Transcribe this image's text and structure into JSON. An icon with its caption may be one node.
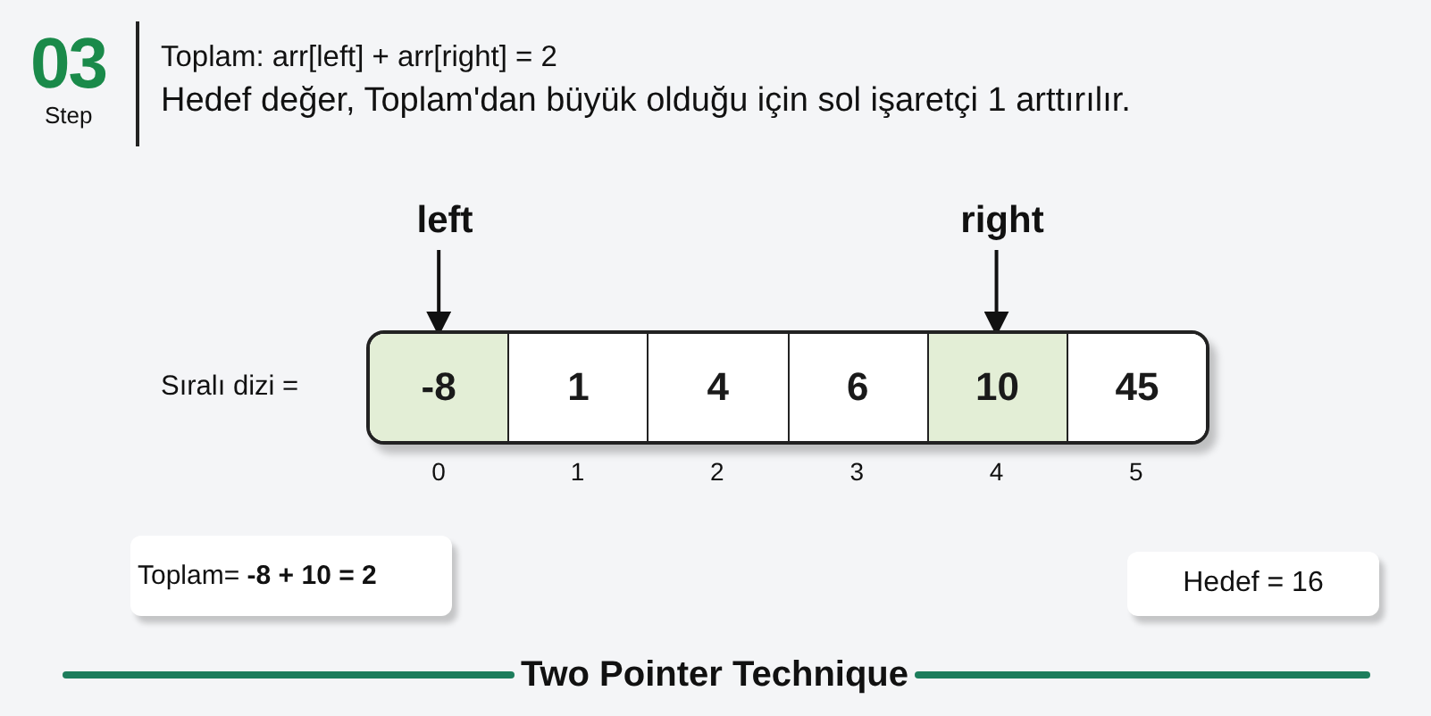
{
  "diagram": {
    "caption": "Two Pointer Technique",
    "nodes": [
      {
        "text": [
          "left"
        ]
      },
      {
        "text": [
          "right"
        ]
      },
      {
        "text": [
          "-8"
        ],
        "beside": [
          "0"
        ]
      },
      {
        "text": [
          "1"
        ],
        "beside": [
          "1"
        ]
      },
      {
        "text": [
          "4"
        ],
        "beside": [
          "2"
        ]
      },
      {
        "text": [
          "6"
        ],
        "beside": [
          "3"
        ]
      },
      {
        "text": [
          "10"
        ],
        "beside": [
          "4"
        ]
      },
      {
        "text": [
          "45"
        ],
        "beside": [
          "5"
        ]
      },
      {
        "text": [
          "Toplam= **-8 + 10 = 2**"
        ]
      },
      {
        "text": [
          "Hedef = 16"
        ]
      }
    ],
    "edges": [
      {
        "from": 0,
        "to": 2,
        "arrow": "to"
      },
      {
        "from": 1,
        "to": 6,
        "arrow": "to"
      }
    ],
    "labels": [
      "03",
      "Step",
      "Toplam: arr[left] + arr[right] = 2",
      "Hedef değer, Toplam'dan büyük olduğu için sol işaretçi 1 arttırılır.",
      "Sıralı dizi ="
    ]
  }
}
